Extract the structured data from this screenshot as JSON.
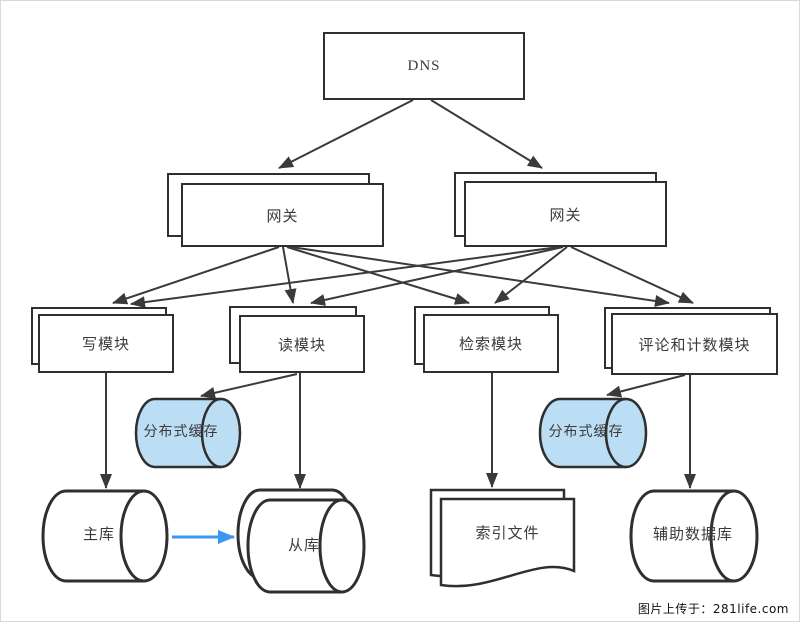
{
  "colors": {
    "line": "#3a3a3a",
    "shape_border": "#2f2f2f",
    "shape_fill": "#ffffff",
    "cache_fill": "#bcdef5",
    "replication_arrow": "#3b96f0",
    "text": "#3b3b3b"
  },
  "nodes": {
    "dns": {
      "label": "DNS",
      "shape": "rectangle"
    },
    "gateway1": {
      "label": "网关",
      "shape": "stacked-rectangle"
    },
    "gateway2": {
      "label": "网关",
      "shape": "stacked-rectangle"
    },
    "write_module": {
      "label": "写模块",
      "shape": "stacked-rectangle"
    },
    "read_module": {
      "label": "读模块",
      "shape": "stacked-rectangle"
    },
    "search_module": {
      "label": "检索模块",
      "shape": "stacked-rectangle"
    },
    "comment_count_module": {
      "label": "评论和计数模块",
      "shape": "stacked-rectangle"
    },
    "cache1": {
      "label": "分布式缓存",
      "shape": "horizontal-cylinder"
    },
    "cache2": {
      "label": "分布式缓存",
      "shape": "horizontal-cylinder"
    },
    "master_db": {
      "label": "主库",
      "shape": "horizontal-cylinder"
    },
    "slave_db": {
      "label": "从库",
      "shape": "stacked-horizontal-cylinder"
    },
    "index_file": {
      "label": "索引文件",
      "shape": "stacked-document"
    },
    "aux_db": {
      "label": "辅助数据库",
      "shape": "horizontal-cylinder"
    }
  },
  "edges": [
    {
      "from": "dns",
      "to": "gateway1"
    },
    {
      "from": "dns",
      "to": "gateway2"
    },
    {
      "from": "gateway1",
      "to": "write_module"
    },
    {
      "from": "gateway1",
      "to": "read_module"
    },
    {
      "from": "gateway1",
      "to": "search_module"
    },
    {
      "from": "gateway1",
      "to": "comment_count_module"
    },
    {
      "from": "gateway2",
      "to": "write_module"
    },
    {
      "from": "gateway2",
      "to": "read_module"
    },
    {
      "from": "gateway2",
      "to": "search_module"
    },
    {
      "from": "gateway2",
      "to": "comment_count_module"
    },
    {
      "from": "write_module",
      "to": "master_db"
    },
    {
      "from": "read_module",
      "to": "cache1"
    },
    {
      "from": "read_module",
      "to": "slave_db"
    },
    {
      "from": "search_module",
      "to": "index_file"
    },
    {
      "from": "comment_count_module",
      "to": "cache2"
    },
    {
      "from": "comment_count_module",
      "to": "aux_db"
    },
    {
      "from": "master_db",
      "to": "slave_db",
      "color": "blue"
    }
  ],
  "watermark": "图片上传于：281life.com"
}
